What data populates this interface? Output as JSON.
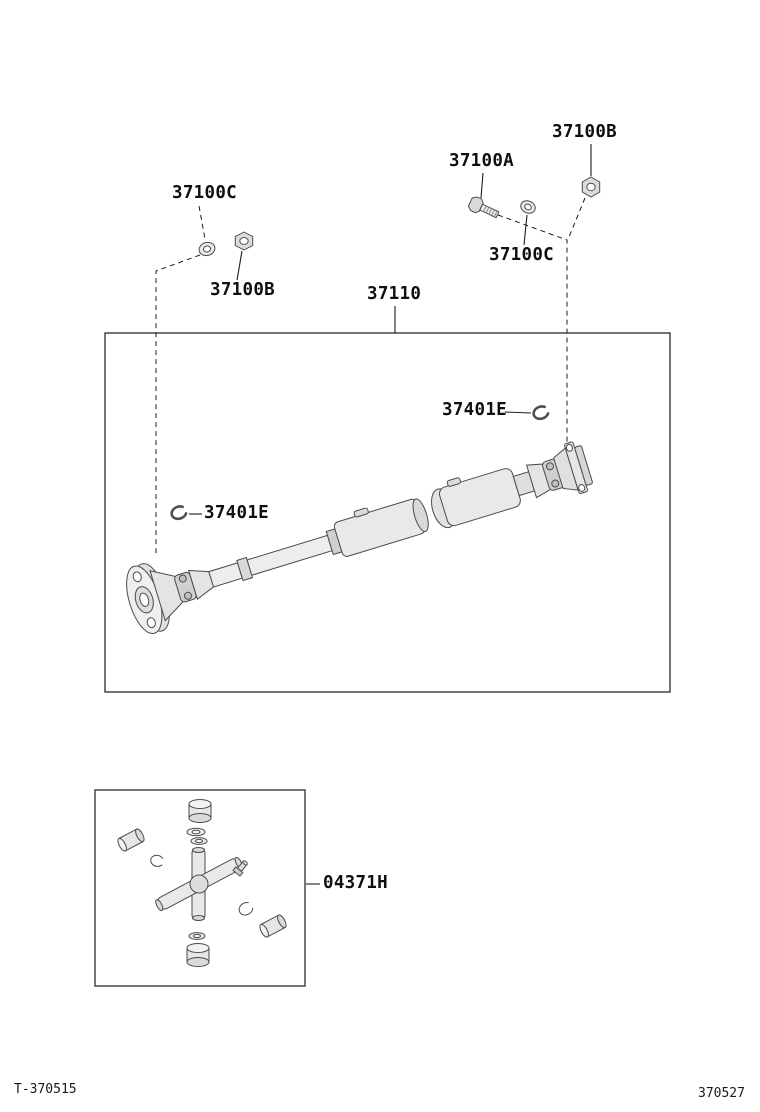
{
  "callouts": {
    "bolt": "37100A",
    "nut_right": "37100B",
    "nut_left": "37100B",
    "washer_right": "37100C",
    "washer_left": "37100C",
    "propeller_shaft": "37110",
    "snap_ring_right": "37401E",
    "snap_ring_left": "37401E",
    "spider_kit": "04371H"
  },
  "footer": {
    "drawing_code": "T-370515",
    "page_code": "370527"
  },
  "colors": {
    "ink": "#1c1c1c",
    "drawing_stroke": "#4b4b4b",
    "fill_light": "#ebebeb",
    "fill_mid": "#d6d6d6"
  }
}
